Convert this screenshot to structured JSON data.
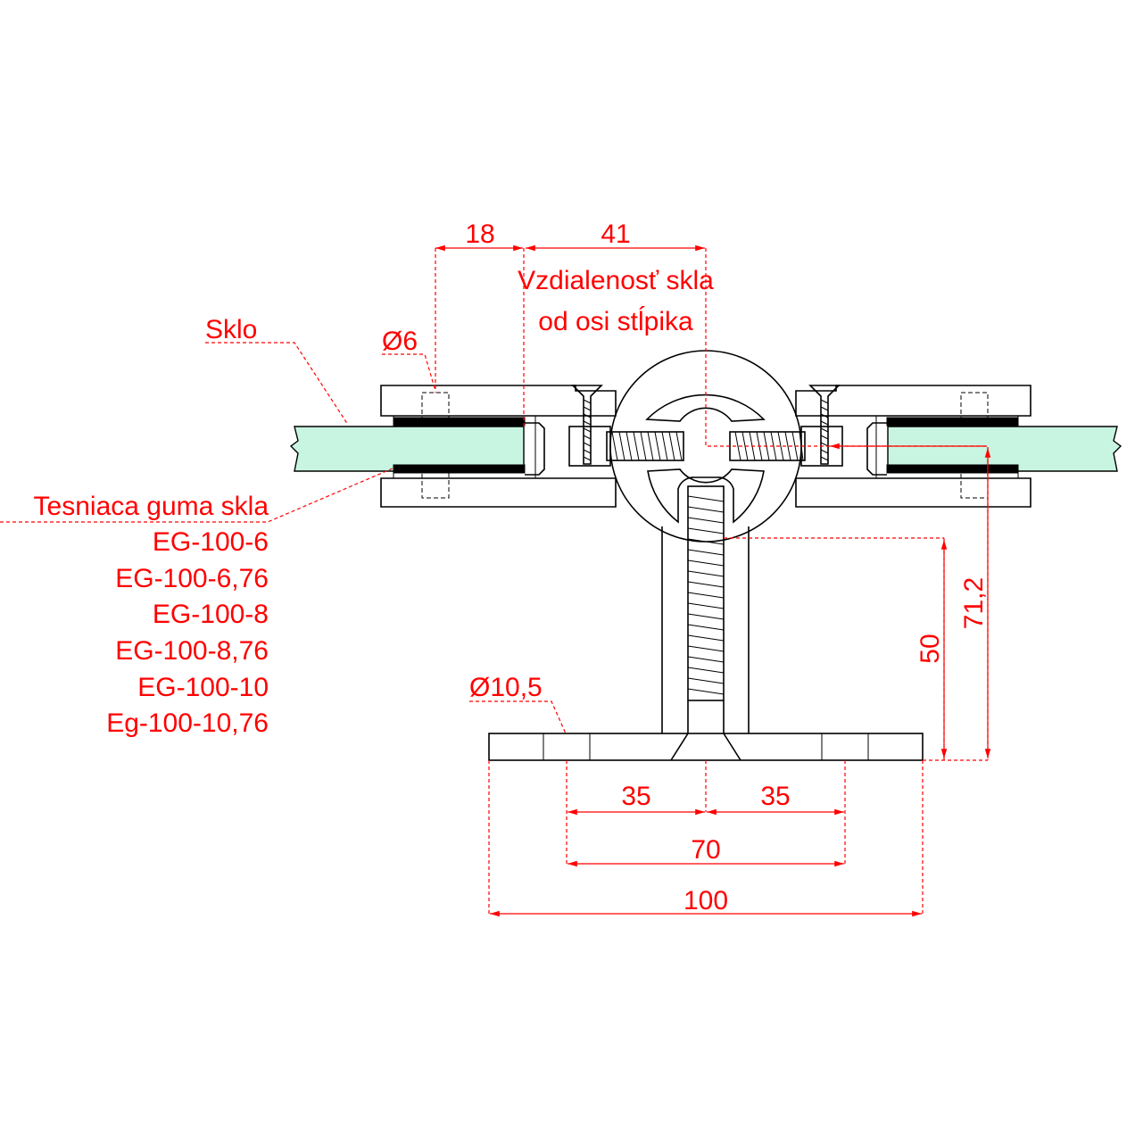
{
  "labels": {
    "sklo": "Sklo",
    "diameter_pin": "Ø6",
    "dim_18": "18",
    "dim_41": "41",
    "distance_line1": "Vzdialenosť skla",
    "distance_line2": "od osi stĺpika",
    "gasket_title": "Tesniaca guma skla",
    "gasket_codes": [
      "EG-100-6",
      "EG-100-6,76",
      "EG-100-8",
      "EG-100-8,76",
      "EG-100-10",
      "Eg-100-10,76"
    ],
    "diameter_hole": "Ø10,5",
    "dim_35_left": "35",
    "dim_35_right": "35",
    "dim_70": "70",
    "dim_100": "100",
    "dim_50": "50",
    "dim_712": "71,2"
  },
  "colors": {
    "dimension": "#ff0000",
    "outline": "#000000",
    "glass": "#c8f5e1",
    "rubber": "#000000"
  }
}
